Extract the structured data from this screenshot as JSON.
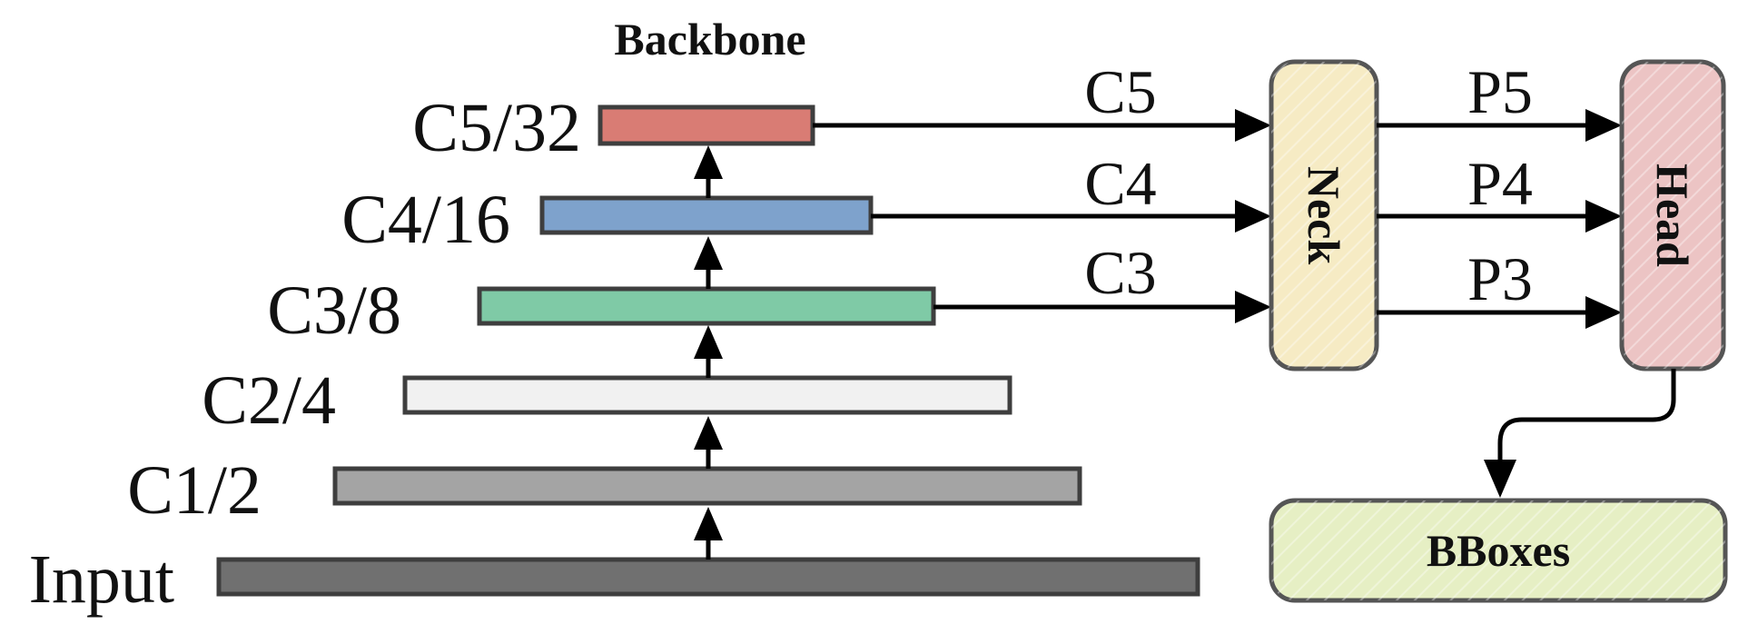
{
  "backbone": {
    "title": "Backbone",
    "layers": [
      {
        "id": "input",
        "label": "Input",
        "color": "#707070"
      },
      {
        "id": "c1",
        "label": "C1/2",
        "color": "#a4a4a4"
      },
      {
        "id": "c2",
        "label": "C2/4",
        "color": "#f1f1f1"
      },
      {
        "id": "c3",
        "label": "C3/8",
        "color": "#7fcaa6"
      },
      {
        "id": "c4",
        "label": "C4/16",
        "color": "#7ea2cc"
      },
      {
        "id": "c5",
        "label": "C5/32",
        "color": "#d97c74"
      }
    ]
  },
  "connections": {
    "backbone_to_neck": [
      "C5",
      "C4",
      "C3"
    ],
    "neck_to_head": [
      "P5",
      "P4",
      "P3"
    ]
  },
  "neck": {
    "label": "Neck",
    "color": "#f6ebc4"
  },
  "head": {
    "label": "Head",
    "color": "#ecc4c4"
  },
  "output": {
    "label": "BBoxes",
    "color": "#e6efc4"
  }
}
